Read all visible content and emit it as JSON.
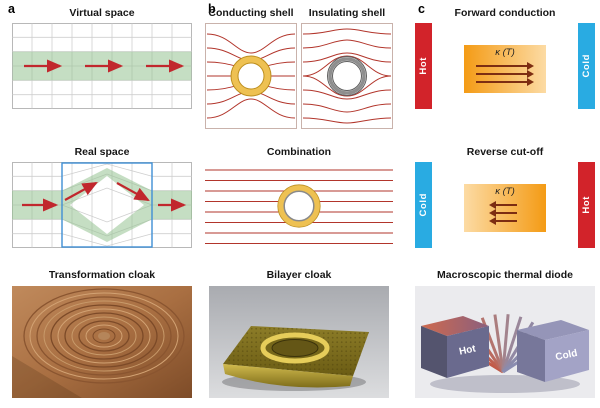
{
  "colors": {
    "hot_red": "#d2232a",
    "cold_blue": "#29abe2",
    "flow_arrow_red": "#c1272d",
    "field_line_red": "#b2352b",
    "shell_gold": "#eec152",
    "band_green": "#96c391",
    "conduction_orange": "#f49b15",
    "kappa_arrow_brown": "#7c2d12",
    "transform_region_blue": "#3f8fd4"
  },
  "panel_a": {
    "label": "a",
    "virtual_space_title": "Virtual space",
    "real_space_title": "Real space",
    "photo_caption": "Transformation cloak"
  },
  "panel_b": {
    "label": "b",
    "conducting_title": "Conducting shell",
    "insulating_title": "Insulating shell",
    "combination_title": "Combination",
    "photo_caption": "Bilayer cloak"
  },
  "panel_c": {
    "label": "c",
    "forward": {
      "title": "Forward conduction",
      "left_bar": "Hot",
      "right_bar": "Cold",
      "kappa": "κ (T)"
    },
    "reverse": {
      "title": "Reverse cut-off",
      "left_bar": "Cold",
      "right_bar": "Hot",
      "kappa": "κ (T)"
    },
    "diode": {
      "title": "Macroscopic thermal diode",
      "hot_label": "Hot",
      "cold_label": "Cold"
    }
  }
}
